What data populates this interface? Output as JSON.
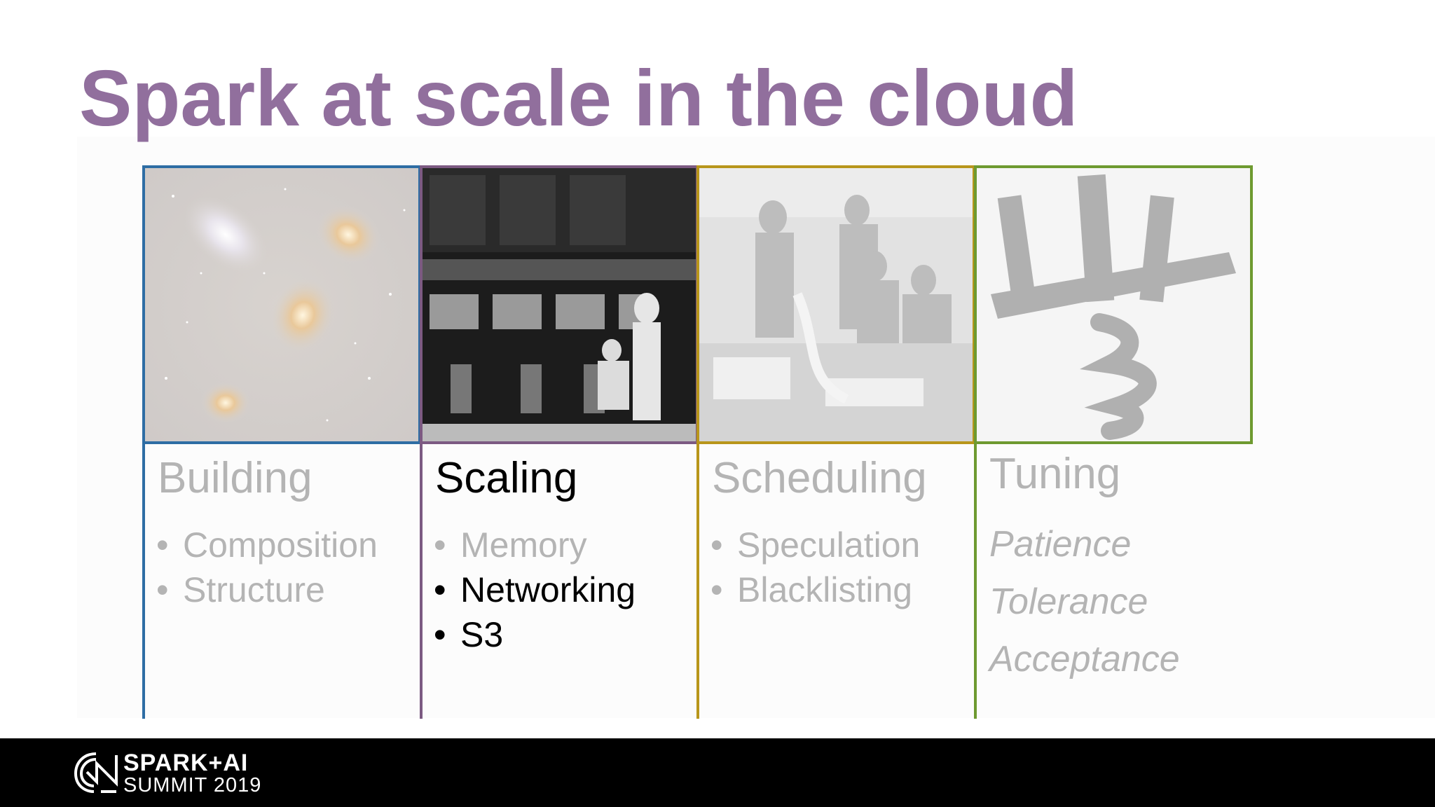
{
  "title": "Spark at scale in the cloud",
  "colors": {
    "title": "#916f9d",
    "building": "#2e6da4",
    "scaling": "#7c5a82",
    "scheduling": "#b8961b",
    "tuning": "#6e9a30",
    "faded_text": "#b4b4b4",
    "active_text": "#000000"
  },
  "columns": [
    {
      "heading": "Building",
      "image_icon": "galaxy-image",
      "bullets": [
        "Composition",
        "Structure"
      ]
    },
    {
      "heading": "Scaling",
      "image_icon": "early-computer-image",
      "bullets": [
        "Memory",
        "Networking",
        "S3"
      ]
    },
    {
      "heading": "Scheduling",
      "image_icon": "mission-control-image",
      "bullets": [
        "Speculation",
        "Blacklisting"
      ]
    },
    {
      "heading": "Tuning",
      "image_icon": "calligraphy-image",
      "italics": [
        "Patience",
        "Tolerance",
        "Acceptance"
      ]
    }
  ],
  "footer": {
    "logo_line1": "SPARK+AI",
    "logo_line2": "SUMMIT 2019",
    "logo_icon": "spark-ai-logo-icon"
  }
}
